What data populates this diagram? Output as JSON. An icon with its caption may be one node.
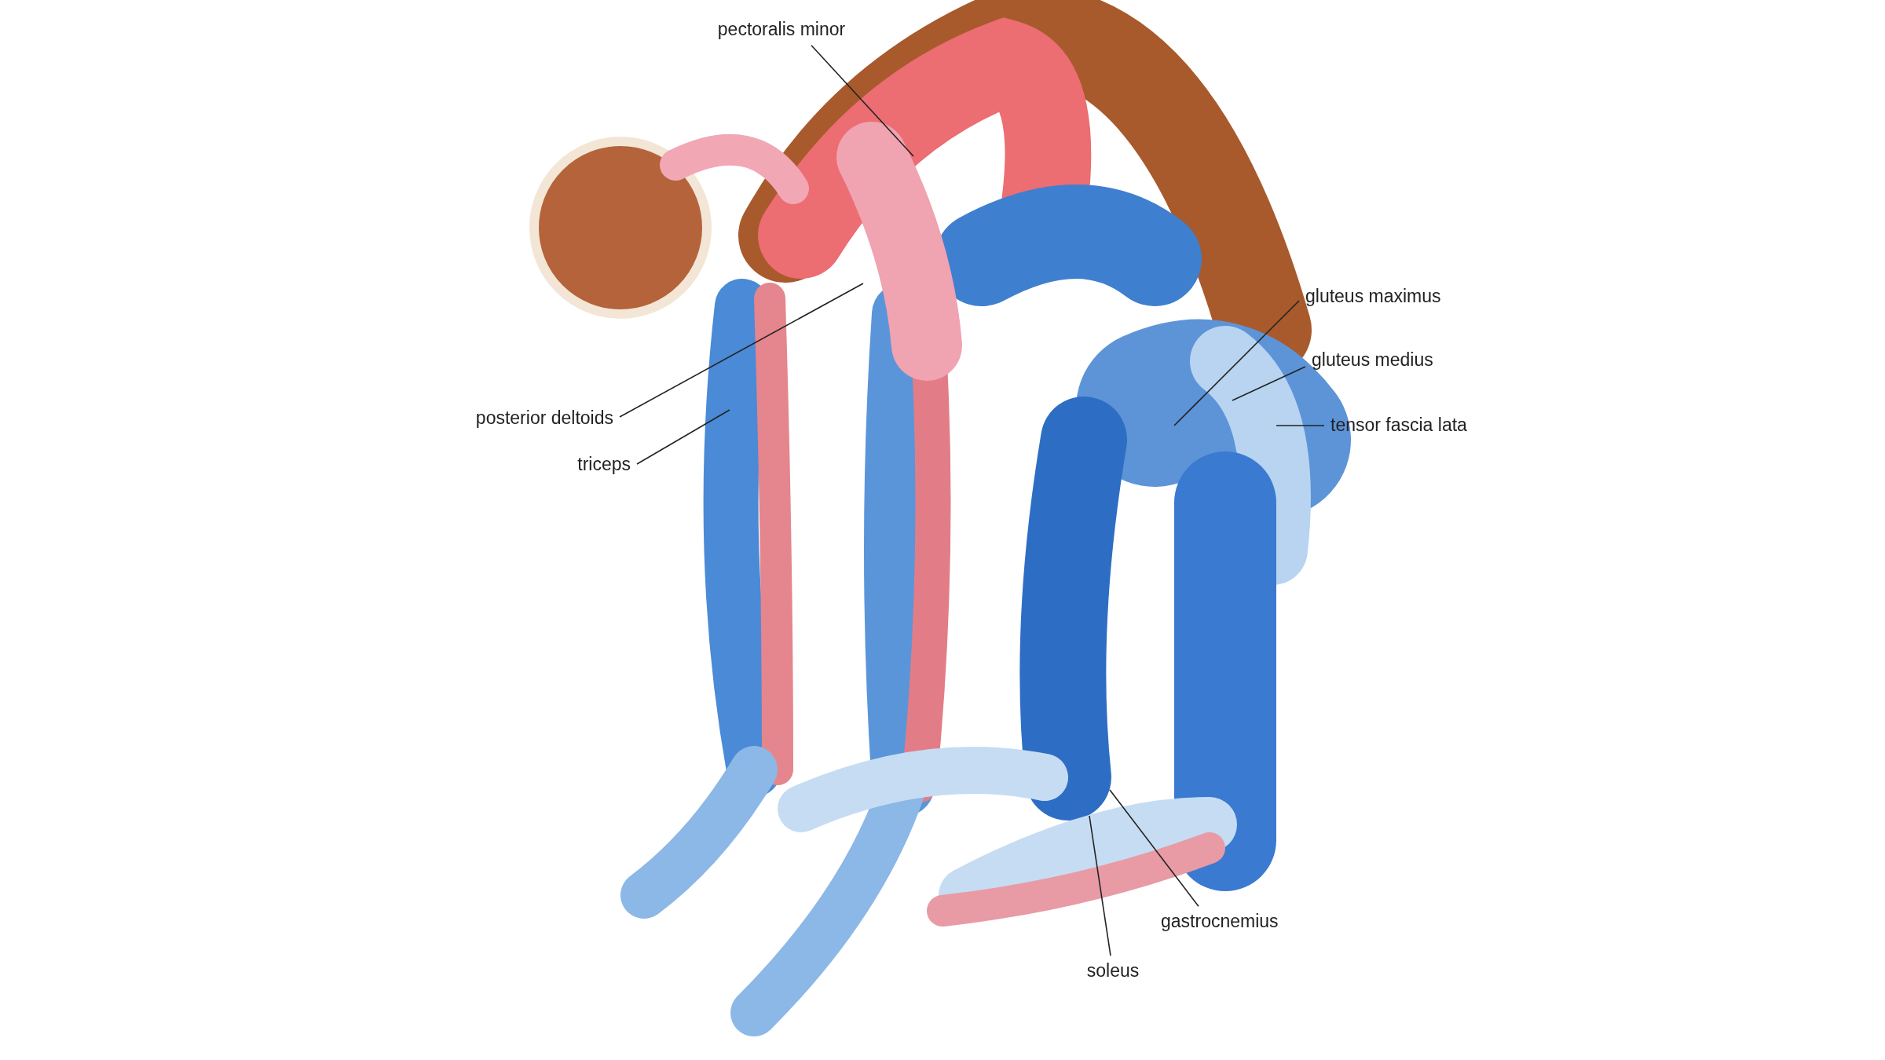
{
  "diagram": {
    "nodes": [
      {
        "text": [
          "pectoralis minor"
        ]
      },
      {
        "text": [
          "gluteus maximus"
        ]
      },
      {
        "text": [
          "gluteus medius"
        ]
      },
      {
        "text": [
          "tensor fascia lata"
        ]
      },
      {
        "text": [
          "posterior deltoids"
        ]
      },
      {
        "text": [
          "triceps"
        ]
      },
      {
        "text": [
          "gastrocnemius"
        ]
      },
      {
        "text": [
          "soleus"
        ]
      }
    ],
    "edges": [
      {
        "from": 0,
        "to": null,
        "arrow": "none"
      },
      {
        "from": 1,
        "to": null,
        "arrow": "none"
      },
      {
        "from": 2,
        "to": null,
        "arrow": "none"
      },
      {
        "from": 3,
        "to": null,
        "arrow": "none"
      },
      {
        "from": 4,
        "to": null,
        "arrow": "none"
      },
      {
        "from": 5,
        "to": null,
        "arrow": "none"
      },
      {
        "from": 6,
        "to": null,
        "arrow": "none"
      },
      {
        "from": 7,
        "to": null,
        "arrow": "none"
      }
    ]
  }
}
